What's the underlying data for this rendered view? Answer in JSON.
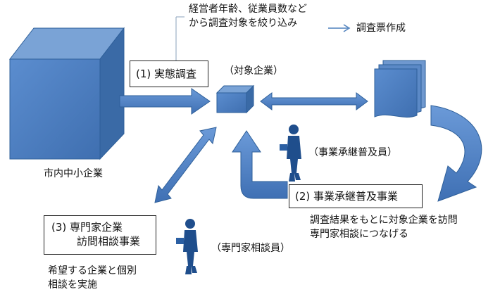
{
  "note": {
    "line1": "経営者年齢、従業員数など",
    "line2": "から調査対象を絞り込み",
    "arrow_target": "調査票作成"
  },
  "labels": {
    "survey_box": "(1) 実態調査",
    "target_companies": "（対象企業）",
    "city_smes": "市内中小企業",
    "succession_staff": "（事業承継普及員）",
    "specialist_consultants": "（専門家相談員）"
  },
  "succession_box": {
    "label": "(2) 事業承継普及事業"
  },
  "succession_desc": {
    "line1": "調査結果をもとに対象企業を訪問",
    "line2": "専門家相談につなげる"
  },
  "specialist_box": {
    "line1": "(3) 専門家企業",
    "line2": "訪問相談事業"
  },
  "specialist_desc": {
    "line1": "希望する企業と個別",
    "line2": "相談を実施"
  },
  "colors": {
    "cube_front": "#4f81bd",
    "cube_top": "#7aa3d6",
    "cube_side": "#3a6aa6",
    "arrow_fill": "#4f81bd",
    "arrow_edge": "#2e5f99",
    "person": "#1f4e8c"
  }
}
